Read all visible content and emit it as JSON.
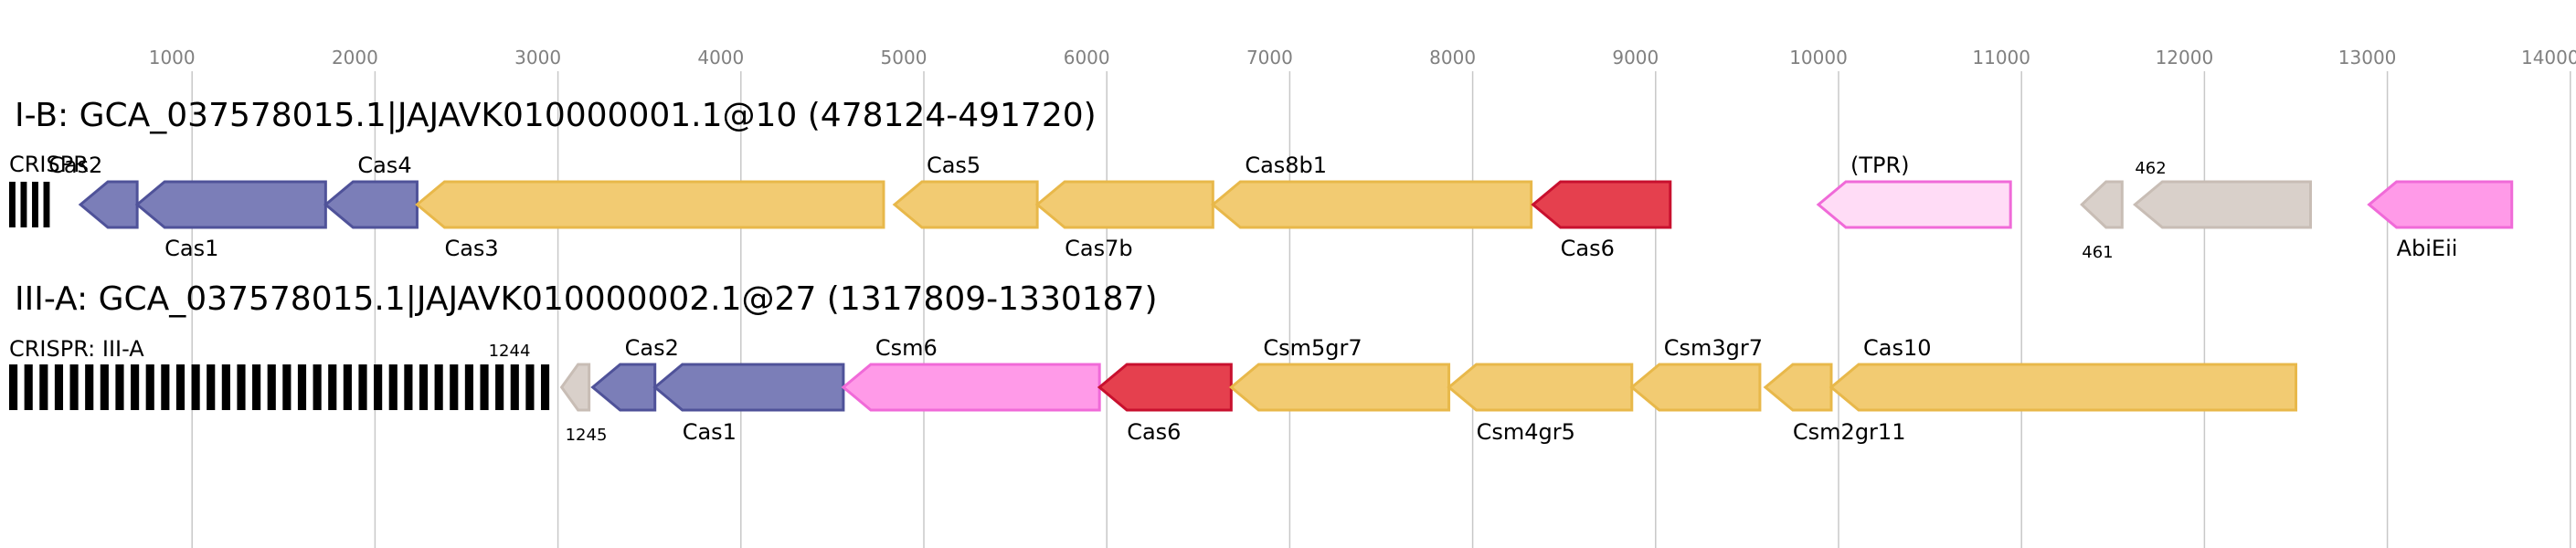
{
  "axis": {
    "ticks": [
      {
        "value": 1000,
        "label": "1000"
      },
      {
        "value": 2000,
        "label": "2000"
      },
      {
        "value": 3000,
        "label": "3000"
      },
      {
        "value": 4000,
        "label": "4000"
      },
      {
        "value": 5000,
        "label": "5000"
      },
      {
        "value": 6000,
        "label": "6000"
      },
      {
        "value": 7000,
        "label": "7000"
      },
      {
        "value": 8000,
        "label": "8000"
      },
      {
        "value": 9000,
        "label": "9000"
      },
      {
        "value": 10000,
        "label": "10000"
      },
      {
        "value": 11000,
        "label": "11000"
      },
      {
        "value": 12000,
        "label": "12000"
      },
      {
        "value": 13000,
        "label": "13000"
      },
      {
        "value": 14000,
        "label": "14000"
      }
    ]
  },
  "colors": {
    "grid": "#c8c8c8",
    "purple": "#7b7eb8",
    "purple_edge": "#4f5299",
    "yellow": "#f2cb72",
    "yellow_edge": "#e8b84a",
    "red": "#e5404e",
    "red_edge": "#c8102e",
    "magenta": "#ff9ae8",
    "magenta_edge": "#f06ad8",
    "light_pink": "#ffdcf6",
    "light_pink_edge": "#f06ad8",
    "grey": "#d9d0ca",
    "grey_edge": "#c8bdb5",
    "crispr": "#000000"
  },
  "loci": [
    {
      "title": "I-B: GCA_037578015.1|JAJAVK010000001.1@10 (478124-491720)",
      "crispr": {
        "label": "CRISPR",
        "start": 0,
        "end": 250,
        "repeats": 4
      },
      "genes": [
        {
          "label": "Cas2",
          "start": 390,
          "end": 700,
          "strand": "-",
          "color": "purple",
          "label_pos": "above"
        },
        {
          "label": "Cas1",
          "start": 700,
          "end": 1730,
          "strand": "-",
          "color": "purple",
          "label_pos": "below"
        },
        {
          "label": "Cas4",
          "start": 1730,
          "end": 2230,
          "strand": "-",
          "color": "purple",
          "label_pos": "above"
        },
        {
          "label": "Cas3",
          "start": 2230,
          "end": 4780,
          "strand": "-",
          "color": "yellow",
          "label_pos": "below"
        },
        {
          "label": "Cas5",
          "start": 4840,
          "end": 5620,
          "strand": "-",
          "color": "yellow",
          "label_pos": "above"
        },
        {
          "label": "Cas7b",
          "start": 5620,
          "end": 6580,
          "strand": "-",
          "color": "yellow",
          "label_pos": "below"
        },
        {
          "label": "Cas8b1",
          "start": 6580,
          "end": 8320,
          "strand": "-",
          "color": "yellow",
          "label_pos": "above"
        },
        {
          "label": "Cas6",
          "start": 8330,
          "end": 9080,
          "strand": "-",
          "color": "red",
          "label_pos": "below"
        },
        {
          "label": "(TPR)",
          "start": 9890,
          "end": 10940,
          "strand": "-",
          "color": "light_pink",
          "label_pos": "above"
        },
        {
          "label": "461",
          "start": 11330,
          "end": 11550,
          "strand": "-",
          "color": "grey",
          "label_pos": "below_small"
        },
        {
          "label": "462",
          "start": 11620,
          "end": 12580,
          "strand": "-",
          "color": "grey",
          "label_pos": "above_small"
        },
        {
          "label": "AbiEii",
          "start": 12900,
          "end": 13680,
          "strand": "-",
          "color": "magenta",
          "label_pos": "below"
        }
      ]
    },
    {
      "title": "III-A: GCA_037578015.1|JAJAVK010000002.1@27 (1317809-1330187)",
      "crispr": {
        "label": "CRISPR: III-A",
        "start": 0,
        "end": 2990,
        "repeats": 36
      },
      "genes": [
        {
          "label": "1244",
          "start": 3020,
          "end": 3170,
          "strand": "-",
          "color": "grey",
          "label_pos": "above_small_left"
        },
        {
          "label": "1245",
          "start": 3040,
          "end": 3190,
          "strand": "-",
          "color": "grey",
          "label_pos": "below_small",
          "hidden_shape": true
        },
        {
          "label": "Cas2",
          "start": 3190,
          "end": 3530,
          "strand": "-",
          "color": "purple",
          "label_pos": "above"
        },
        {
          "label": "Cas1",
          "start": 3530,
          "end": 4560,
          "strand": "-",
          "color": "purple",
          "label_pos": "below"
        },
        {
          "label": "Csm6",
          "start": 4560,
          "end": 5960,
          "strand": "-",
          "color": "magenta",
          "label_pos": "above"
        },
        {
          "label": "Cas6",
          "start": 5960,
          "end": 6680,
          "strand": "-",
          "color": "red",
          "label_pos": "below"
        },
        {
          "label": "Csm5gr7",
          "start": 6680,
          "end": 7870,
          "strand": "-",
          "color": "yellow",
          "label_pos": "above"
        },
        {
          "label": "Csm4gr5",
          "start": 7870,
          "end": 8870,
          "strand": "-",
          "color": "yellow",
          "label_pos": "below"
        },
        {
          "label": "Csm3gr7",
          "start": 8870,
          "end": 9570,
          "strand": "-",
          "color": "yellow",
          "label_pos": "above"
        },
        {
          "label": "Csm2gr11",
          "start": 9600,
          "end": 9960,
          "strand": "-",
          "color": "yellow",
          "label_pos": "below"
        },
        {
          "label": "Cas10",
          "start": 9960,
          "end": 12500,
          "strand": "-",
          "color": "yellow",
          "label_pos": "above"
        }
      ]
    }
  ]
}
